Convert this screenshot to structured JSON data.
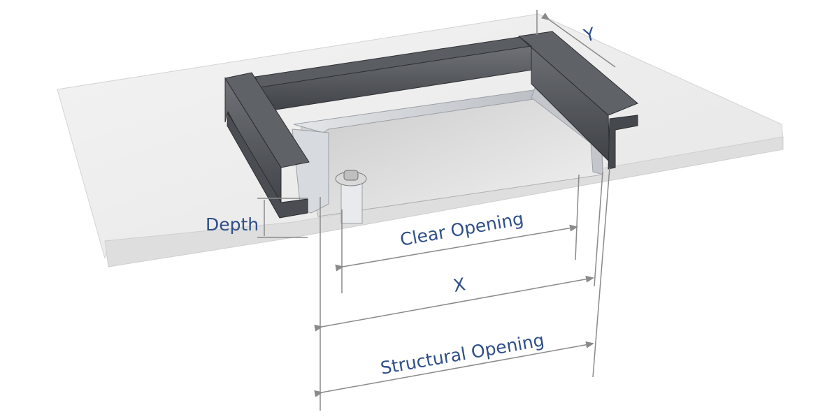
{
  "labels": {
    "y": "Y",
    "depth": "Depth",
    "clear_opening": "Clear Opening",
    "x": "X",
    "structural_opening": "Structural Opening"
  },
  "colors": {
    "label_text": "#2f4f88",
    "dimension_line": "#8a8a8a",
    "slab_top": "#eeeeee",
    "slab_edge": "#e2e2e2",
    "channel_dark": "#4a4d52",
    "channel_mid": "#6b6e73",
    "inner_tray": "#d8d8d8",
    "aluminium_frame": "#cfd2d6"
  },
  "icons": {
    "latch": "latch-icon"
  }
}
